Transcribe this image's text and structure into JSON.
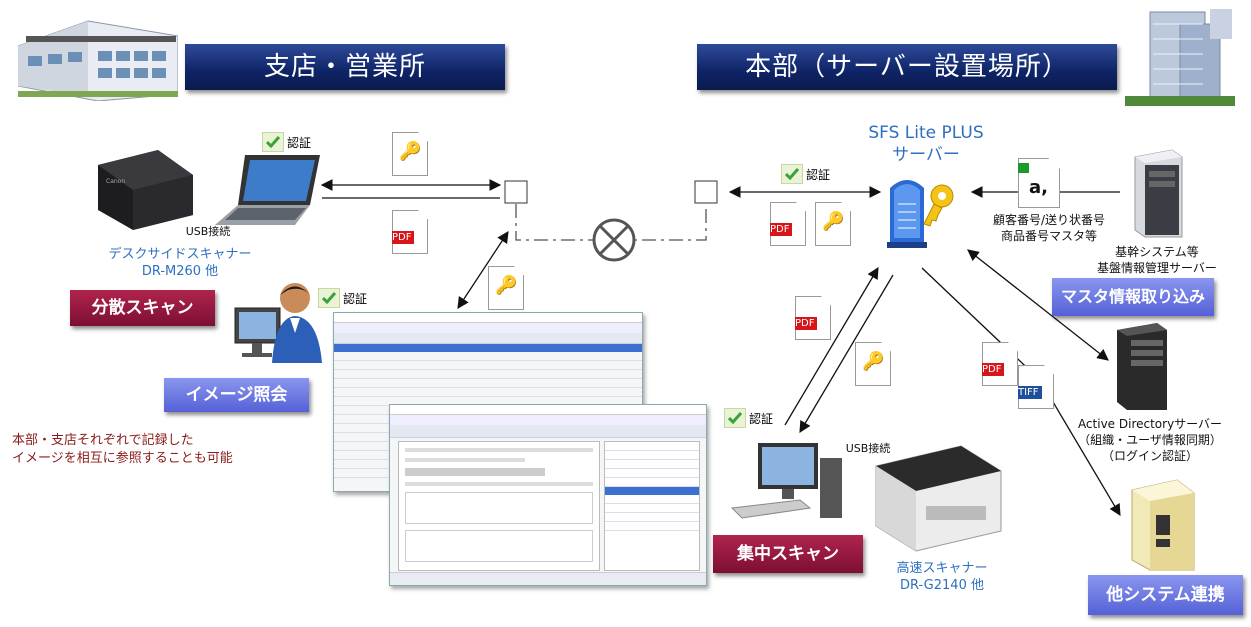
{
  "banners": {
    "branch": "支店・営業所",
    "hq": "本部（サーバー設置場所）"
  },
  "tags": {
    "distributed_scan": "分散スキャン",
    "image_view": "イメージ照会",
    "central_scan": "集中スキャン",
    "master_import": "マスタ情報取り込み",
    "system_link": "他システム連携"
  },
  "labels": {
    "auth": "認証",
    "usb": "USB接続",
    "desk_scanner": "デスクサイドスキャナー",
    "desk_scanner_model": "DR-M260 他",
    "hs_scanner": "高速スキャナー",
    "hs_scanner_model": "DR-G2140 他",
    "server_title": "SFS Lite PLUS",
    "server_sub": "サーバー",
    "master_data_1": "顧客番号/送り状番号",
    "master_data_2": "商品番号マスタ等",
    "core_system_1": "基幹システム等",
    "core_system_2": "基盤情報管理サーバー",
    "ad_1": "Active Directoryサーバー",
    "ad_2": "（組織・ユーザ情報同期）",
    "ad_3": "（ログイン認証）",
    "note_1": "本部・支店それぞれで記録した",
    "note_2": "イメージを相互に参照することも可能",
    "pdf": "PDF",
    "tiff": "TIFF",
    "master_doc": "a,"
  },
  "colors": {
    "banner": "#0f2466",
    "tag_red": "#8c1538",
    "tag_blue": "#6a74e0",
    "caption_blue": "#2e6fbf",
    "note_red": "#8b1a1a"
  }
}
